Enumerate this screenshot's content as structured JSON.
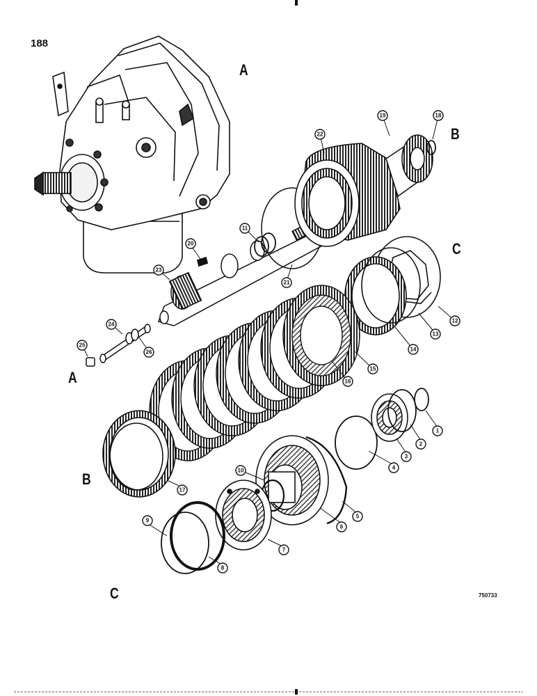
{
  "page_number": "188",
  "figure_code": "750733",
  "section_labels": {
    "a_top": "A",
    "b_top": "B",
    "c_top": "C",
    "a_left": "A",
    "b_left": "B",
    "c_bottom": "C"
  },
  "callouts": [
    "1",
    "2",
    "3",
    "4",
    "5",
    "6",
    "7",
    "8",
    "9",
    "10",
    "11",
    "12",
    "13",
    "14",
    "15",
    "16",
    "17",
    "18",
    "19",
    "20",
    "21",
    "22",
    "23",
    "24",
    "25",
    "26"
  ]
}
